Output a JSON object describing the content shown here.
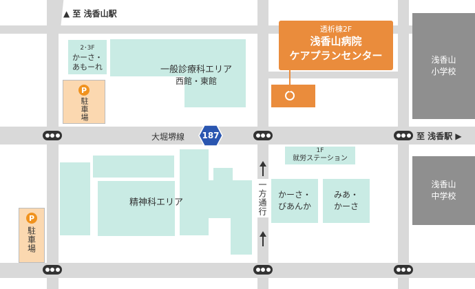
{
  "roads": {
    "north_label": "▲ 至 浅香山駅",
    "east_label": "至 浅香駅 ▶",
    "main_road_name": "大堀堺線",
    "route_number": "187",
    "one_way_label": "一方通行"
  },
  "destination": {
    "floor": "透析棟2F",
    "name_line1": "浅香山病院",
    "name_line2": "ケアプランセンター"
  },
  "facilities": {
    "kasa_amore": {
      "floor": "2･3F",
      "line1": "かーさ・",
      "line2": "あもーれ"
    },
    "general_area": {
      "line1": "一般診療科エリア",
      "line2": "西館・東館"
    },
    "psych_area": "精神科エリア",
    "work_station": {
      "floor": "1F",
      "name": "就労ステーション"
    },
    "kasa_biyanka": {
      "line1": "かーさ・",
      "line2": "びあんか"
    },
    "mia_kasa": {
      "line1": "みあ・",
      "line2": "かーさ"
    }
  },
  "parking": {
    "icon_letter": "P",
    "label": "駐車場"
  },
  "schools": {
    "elementary": {
      "line1": "浅香山",
      "line2": "小学校"
    },
    "junior_high": {
      "line1": "浅香山",
      "line2": "中学校"
    }
  },
  "colors": {
    "road": "#d9d9d9",
    "building": "#c9ebe4",
    "highlight": "#ea8c3c",
    "parking": "#fbd8b0",
    "school": "#8f8f8f",
    "route_sign": "#2a56b0"
  }
}
